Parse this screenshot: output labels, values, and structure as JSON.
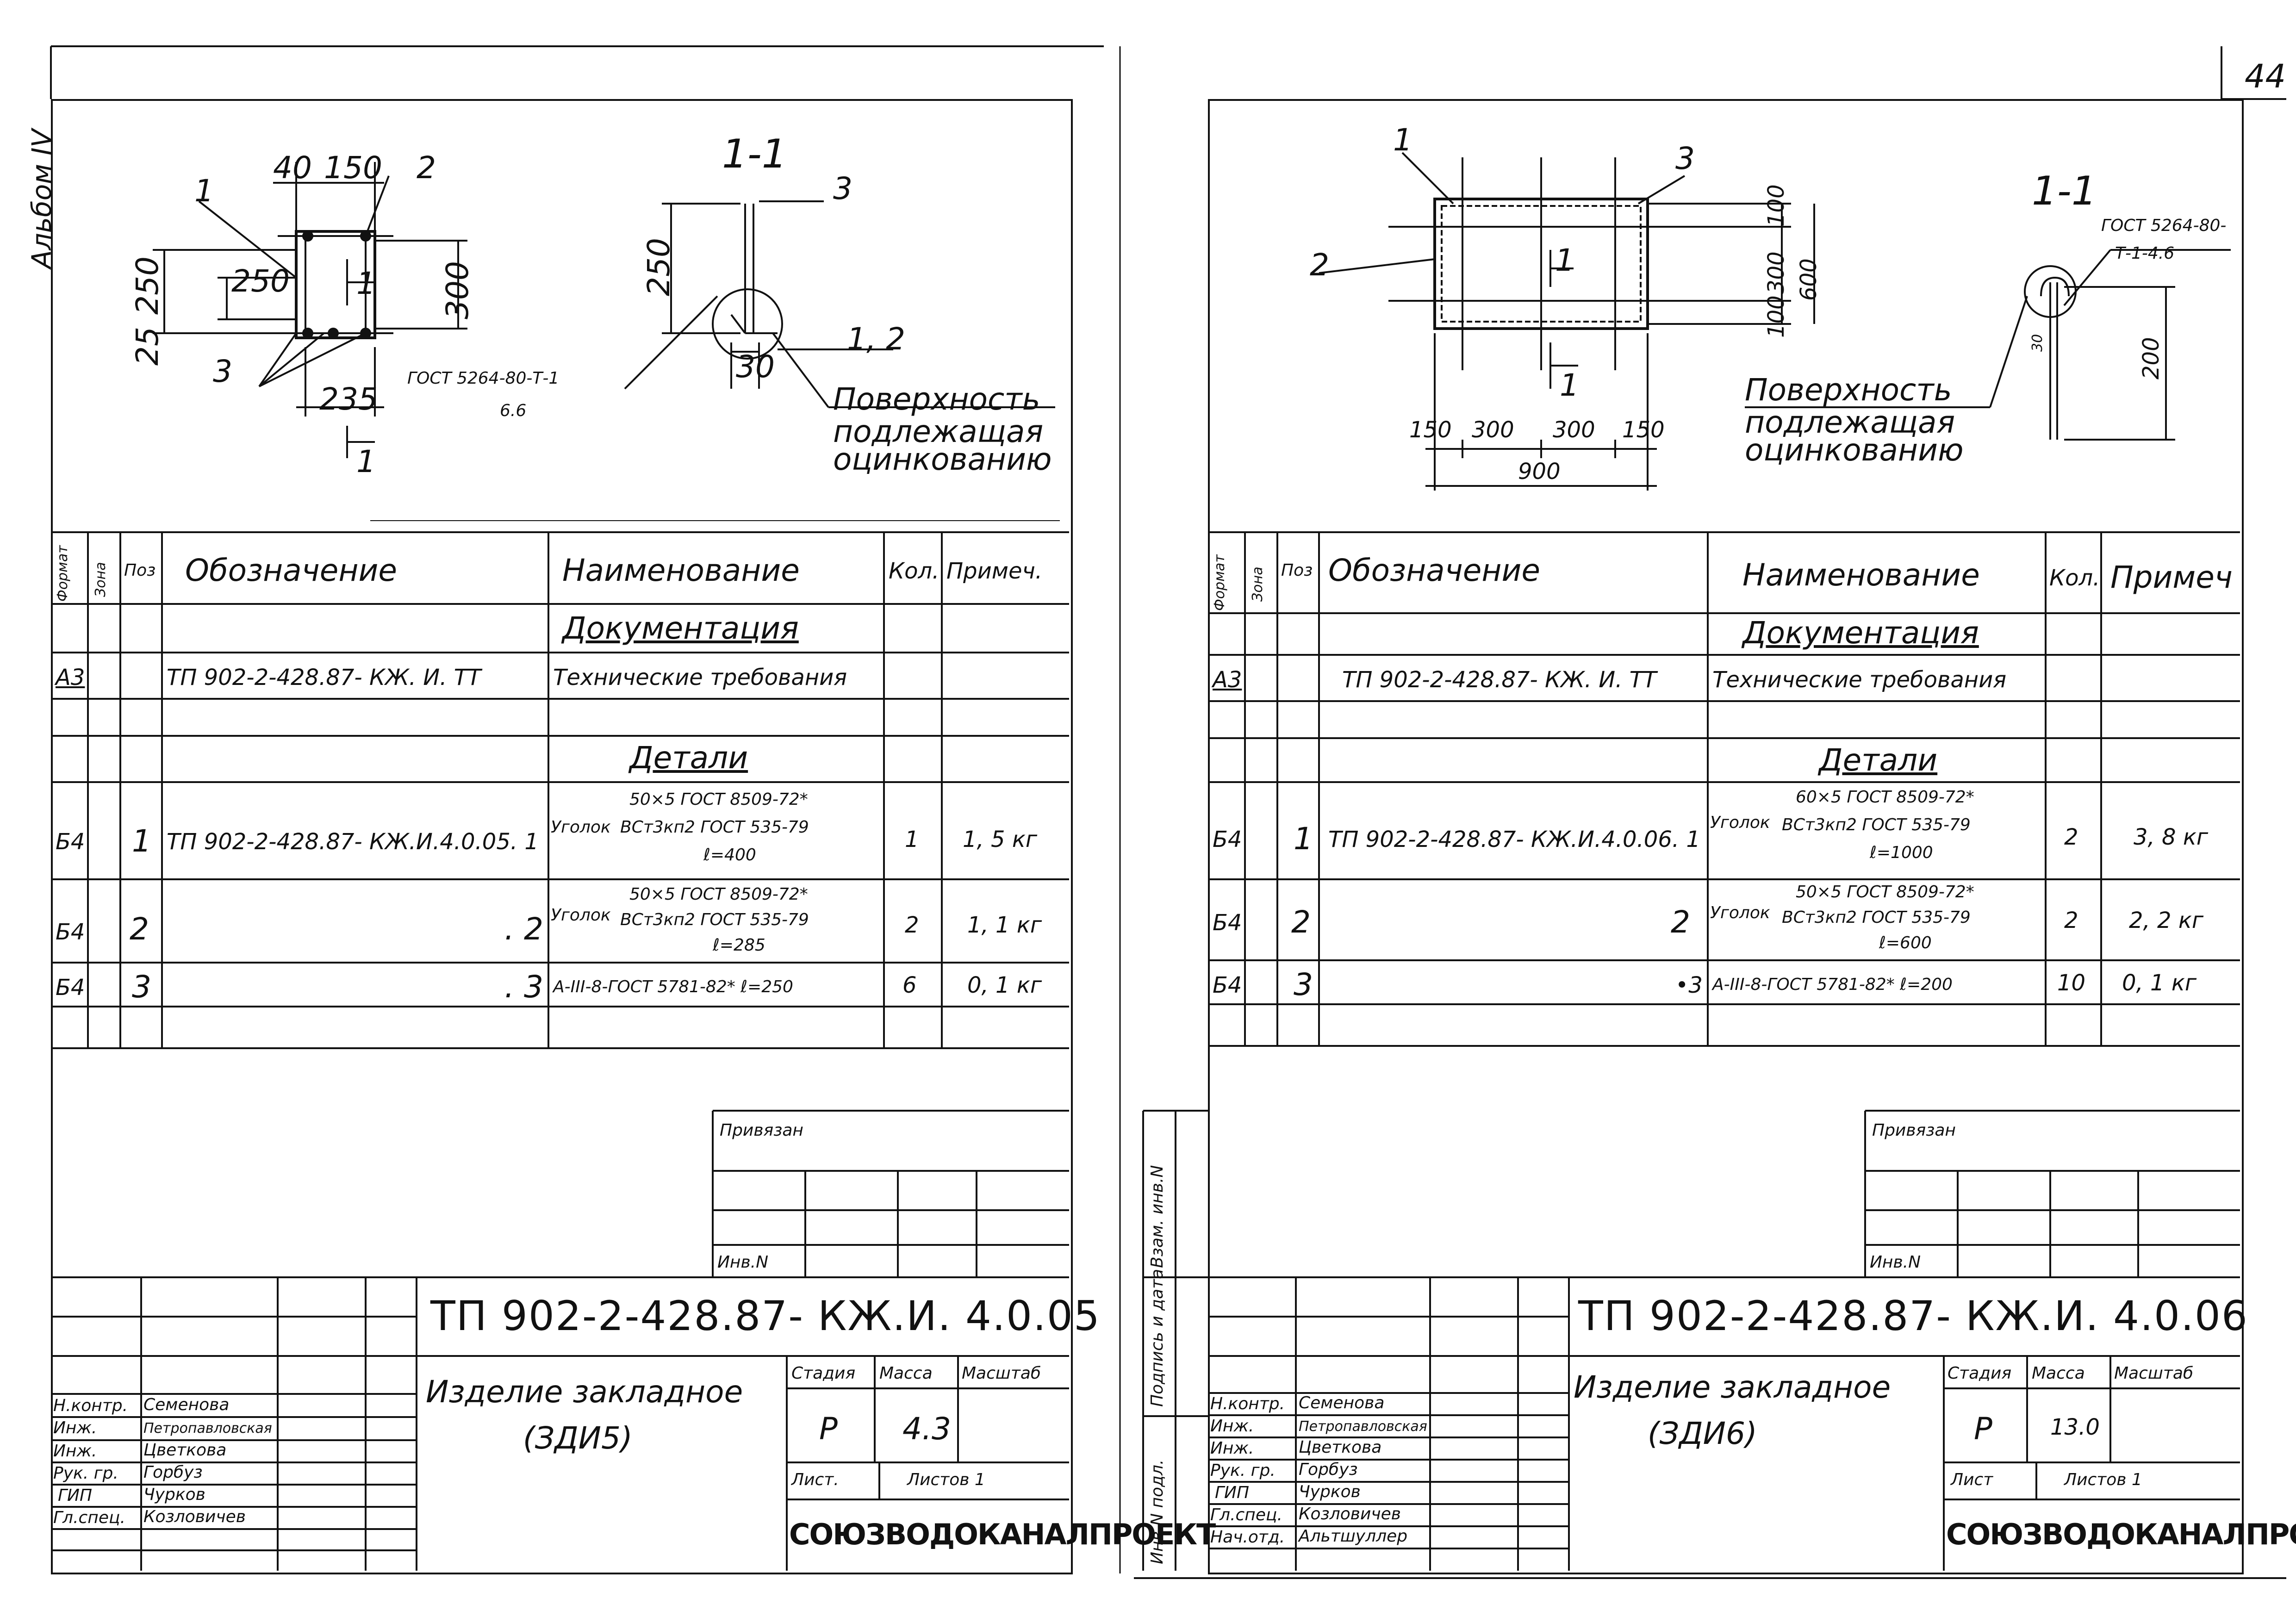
{
  "album_label": "Альбом IV",
  "page_number": "44",
  "left": {
    "section_label": "1-1",
    "dims": [
      "40",
      "150",
      "250",
      "25",
      "250",
      "300",
      "235",
      "250",
      "30"
    ],
    "positions": [
      "1",
      "2",
      "3",
      "3",
      "1, 2"
    ],
    "section_mark": "1",
    "weld_note": "ГОСТ 5264-80-Т-1",
    "weld_size": "6.6",
    "surface_note": [
      "Поверхность",
      "подлежащая",
      "оцинкованию"
    ],
    "table_headers": {
      "format": "Формат",
      "zone": "Зона",
      "pos": "Поз",
      "designation": "Обозначение",
      "name": "Наименование",
      "qty": "Кол.",
      "note": "Примеч."
    },
    "rows": [
      {
        "format": "",
        "pos": "",
        "designation": "",
        "name": "Документация",
        "qty": "",
        "note": ""
      },
      {
        "format": "А3",
        "pos": "",
        "designation": "ТП 902-2-428.87- КЖ. И. ТТ",
        "name": "Технические требования",
        "qty": "",
        "note": ""
      },
      {
        "format": "",
        "pos": "",
        "designation": "",
        "name": "Детали",
        "qty": "",
        "note": ""
      },
      {
        "format": "Б4",
        "pos": "1",
        "designation": "ТП 902-2-428.87- КЖ.И.4.0.05. 1",
        "name_a": "Уголок",
        "name_top": "50×5 ГОСТ 8509-72*",
        "name_bot": "ВСт3кп2 ГОСТ 535-79",
        "name_len": "ℓ=400",
        "qty": "1",
        "note": "1, 5 кг"
      },
      {
        "format": "Б4",
        "pos": "2",
        "designation": ". 2",
        "name_a": "Уголок",
        "name_top": "50×5 ГОСТ 8509-72*",
        "name_bot": "ВСт3кп2 ГОСТ 535-79",
        "name_len": "ℓ=285",
        "qty": "2",
        "note": "1, 1 кг"
      },
      {
        "format": "Б4",
        "pos": "3",
        "designation": ". 3",
        "name": "А-III-8-ГОСТ 5781-82* ℓ=250",
        "qty": "6",
        "note": "0, 1 кг"
      }
    ],
    "privyazan": "Привязан",
    "inv": "Инв.N",
    "code": "ТП 902-2-428.87- КЖ.И. 4.0.05",
    "title1": "Изделие закладное",
    "title2": "(ЗДИ5)",
    "stage_h": "Стадия",
    "mass_h": "Масса",
    "scale_h": "Масштаб",
    "stage": "Р",
    "mass": "4.3",
    "sheet_h": "Лист.",
    "sheets_h": "Листов 1",
    "org": "СОЮЗВОДОКАНАЛПРОЕКТ",
    "signers": [
      {
        "role": "Н.контр.",
        "name": "Семенова"
      },
      {
        "role": "Инж.",
        "name": "Петропавловская"
      },
      {
        "role": "Инж.",
        "name": "Цветкова"
      },
      {
        "role": "Рук. гр.",
        "name": "Горбуз"
      },
      {
        "role": "ГИП",
        "name": "Чурков"
      },
      {
        "role": "Гл.спец.",
        "name": "Козловичев"
      }
    ]
  },
  "right": {
    "section_label": "1-1",
    "dims": [
      "100",
      "300",
      "600",
      "100",
      "150",
      "300",
      "300",
      "150",
      "900",
      "30",
      "200"
    ],
    "positions": [
      "1",
      "2",
      "3"
    ],
    "section_mark": "1",
    "weld_note_a": "ГОСТ 5264-80-",
    "weld_note_b": "Т-1-4.6",
    "surface_note": [
      "Поверхность",
      "подлежащая",
      "оцинкованию"
    ],
    "table_headers": {
      "format": "Формат",
      "zone": "Зона",
      "pos": "Поз",
      "designation": "Обозначение",
      "name": "Наименование",
      "qty": "Кол.",
      "note": "Примеч"
    },
    "rows": [
      {
        "format": "",
        "pos": "",
        "designation": "",
        "name": "Документация",
        "qty": "",
        "note": ""
      },
      {
        "format": "А3",
        "pos": "",
        "designation": "ТП 902-2-428.87- КЖ. И. ТТ",
        "name": "Технические требования",
        "qty": "",
        "note": ""
      },
      {
        "format": "",
        "pos": "",
        "designation": "",
        "name": "Детали",
        "qty": "",
        "note": ""
      },
      {
        "format": "Б4",
        "pos": "1",
        "designation": "ТП 902-2-428.87- КЖ.И.4.0.06. 1",
        "name_a": "Уголок",
        "name_top": "60×5 ГОСТ 8509-72*",
        "name_bot": "ВСт3кп2 ГОСТ 535-79",
        "name_len": "ℓ=1000",
        "qty": "2",
        "note": "3, 8 кг"
      },
      {
        "format": "Б4",
        "pos": "2",
        "designation": "2",
        "name_a": "Уголок",
        "name_top": "50×5 ГОСТ 8509-72*",
        "name_bot": "ВСт3кп2 ГОСТ 535-79",
        "name_len": "ℓ=600",
        "qty": "2",
        "note": "2, 2 кг"
      },
      {
        "format": "Б4",
        "pos": "3",
        "designation": "•3",
        "name": "А-III-8-ГОСТ 5781-82* ℓ=200",
        "qty": "10",
        "note": "0, 1 кг"
      }
    ],
    "privyazan": "Привязан",
    "inv": "Инв.N",
    "side_labels": [
      "Инв.N подл.",
      "Подпись и дата",
      "Взам. инв.N"
    ],
    "code": "ТП 902-2-428.87- КЖ.И. 4.0.06",
    "title1": "Изделие закладное",
    "title2": "(ЗДИ6)",
    "stage_h": "Стадия",
    "mass_h": "Масса",
    "scale_h": "Масштаб",
    "stage": "Р",
    "mass": "13.0",
    "sheet_h": "Лист",
    "sheets_h": "Листов 1",
    "org": "СОЮЗВОДОКАНАЛПРОЕКТ",
    "signers": [
      {
        "role": "Н.контр.",
        "name": "Семенова"
      },
      {
        "role": "Инж.",
        "name": "Петропавловская"
      },
      {
        "role": "Инж.",
        "name": "Цветкова"
      },
      {
        "role": "Рук. гр.",
        "name": "Горбуз"
      },
      {
        "role": "ГИП",
        "name": "Чурков"
      },
      {
        "role": "Гл.спец.",
        "name": "Козловичев"
      },
      {
        "role": "Нач.отд.",
        "name": "Альтшуллер"
      }
    ]
  }
}
